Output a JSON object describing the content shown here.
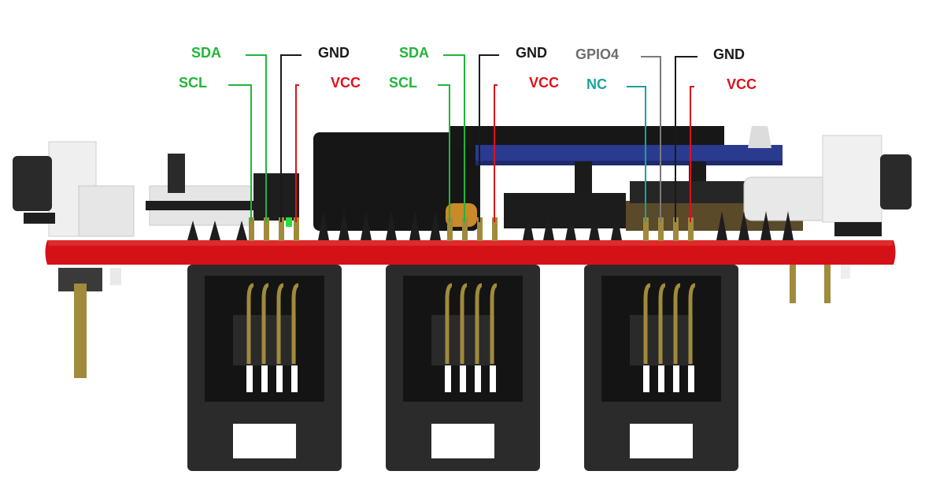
{
  "colors": {
    "sda_scl": "#22b53a",
    "gnd": "#1a1a1a",
    "vcc": "#e0101a",
    "gpio4": "#7a7a7a",
    "nc": "#1aa39a",
    "pcb": "#d41116",
    "connector": "#2b2b2b",
    "pin_gold": "#a08a3c"
  },
  "connectors": [
    {
      "id": "left",
      "pins": [
        {
          "label": "SCL",
          "color_role": "sda_scl"
        },
        {
          "label": "SDA",
          "color_role": "sda_scl"
        },
        {
          "label": "GND",
          "color_role": "gnd"
        },
        {
          "label": "VCC",
          "color_role": "vcc"
        }
      ]
    },
    {
      "id": "middle",
      "pins": [
        {
          "label": "SCL",
          "color_role": "sda_scl"
        },
        {
          "label": "SDA",
          "color_role": "sda_scl"
        },
        {
          "label": "GND",
          "color_role": "gnd"
        },
        {
          "label": "VCC",
          "color_role": "vcc"
        }
      ]
    },
    {
      "id": "right",
      "pins": [
        {
          "label": "NC",
          "color_role": "nc"
        },
        {
          "label": "GPIO4",
          "color_role": "gpio4"
        },
        {
          "label": "GND",
          "color_role": "gnd"
        },
        {
          "label": "VCC",
          "color_role": "vcc"
        }
      ]
    }
  ]
}
